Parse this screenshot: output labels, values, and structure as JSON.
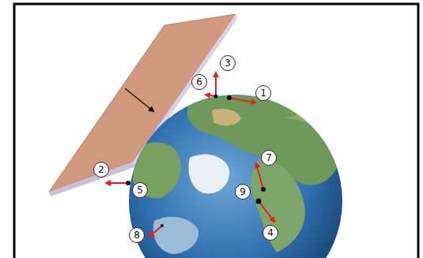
{
  "diagram": {
    "labels": [
      "3",
      "6",
      "1",
      "2",
      "5",
      "7",
      "9",
      "4",
      "8"
    ]
  }
}
